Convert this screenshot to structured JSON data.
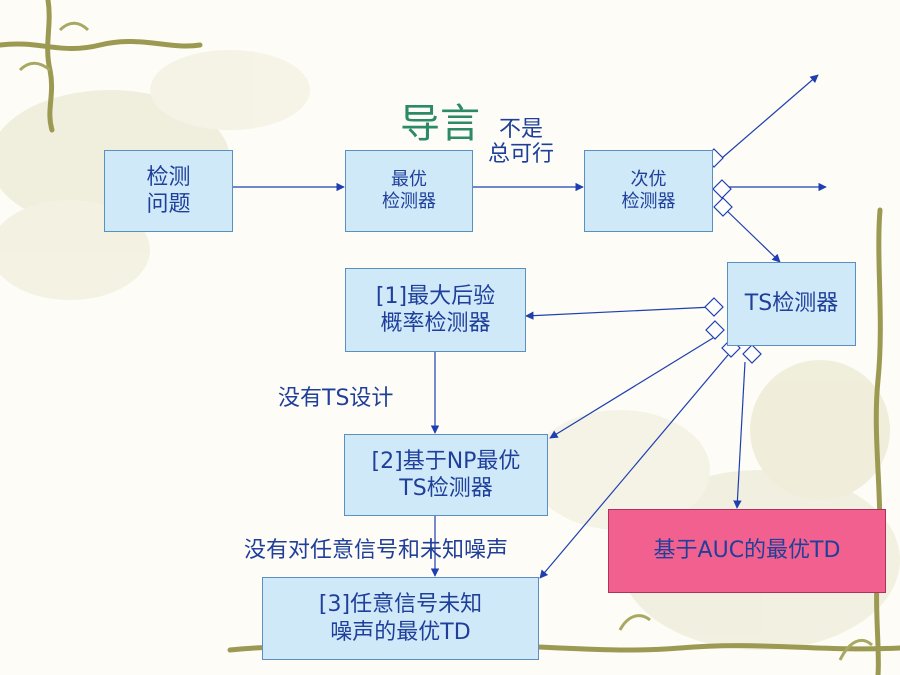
{
  "slide": {
    "title": "导言",
    "note_line1": "不是",
    "note_line2": "总可行"
  },
  "boxes": {
    "detection_problem": {
      "line1": "检测",
      "line2": "问题"
    },
    "optimal_detector": {
      "line1": "最优",
      "line2": "检测器"
    },
    "suboptimal_detector": {
      "line1": "次优",
      "line2": "检测器"
    },
    "ts_detector": {
      "line1": "TS检测器"
    },
    "map_detector": {
      "line1": "[1]最大后验",
      "line2": "概率检测器"
    },
    "np_ts_detector": {
      "line1": "[2]基于NP最优",
      "line2": "TS检测器"
    },
    "arbitrary_signal_td": {
      "line1": "[3]任意信号未知",
      "line2": "噪声的最优TD"
    },
    "auc_td": {
      "line1": "基于AUC的最优TD"
    }
  },
  "labels": {
    "no_ts_design": "没有TS设计",
    "no_arbitrary_signal": "没有对任意信号和未知噪声"
  },
  "colors": {
    "box_fill": "#cfe9f9",
    "box_border": "#5a8fc0",
    "text": "#1f3f9a",
    "arrow": "#1f3fb0",
    "highlight_box": "#f2608f",
    "title": "#2d8a68"
  }
}
